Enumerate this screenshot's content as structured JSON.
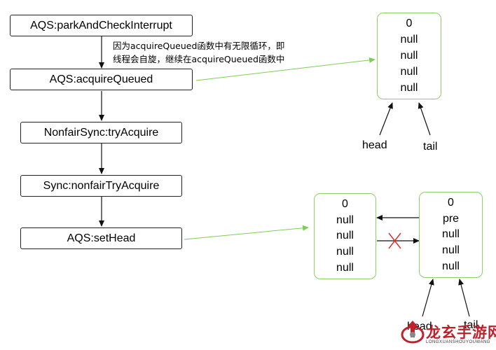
{
  "flow": {
    "steps": [
      "AQS:parkAndCheckInterrupt",
      "AQS:acquireQueued",
      "NonfairSync:tryAcquire",
      "Sync:nonfairTryAcquire",
      "AQS:setHead"
    ],
    "note_line1": "因为acquireQueued函数中有无限循环，即",
    "note_line2": "线程会自旋，继续在acquireQueued函数中"
  },
  "queue_top": {
    "values": [
      "0",
      "null",
      "null",
      "null",
      "null"
    ],
    "head_label": "head",
    "tail_label": "tail"
  },
  "queue_bottom": {
    "left_node": [
      "0",
      "null",
      "null",
      "null",
      "null"
    ],
    "right_node": [
      "0",
      "pre",
      "null",
      "null",
      "null"
    ],
    "head_label": "head",
    "tail_label": "tail"
  },
  "watermark": {
    "title": "龙玄手游网",
    "subtitle": "LONGXUANSHOUYOUWANG"
  },
  "colors": {
    "green_border": "#8fcf66",
    "green_arrow": "#7ccf55",
    "cross": "#e03030",
    "logo_red": "#c0202a"
  }
}
